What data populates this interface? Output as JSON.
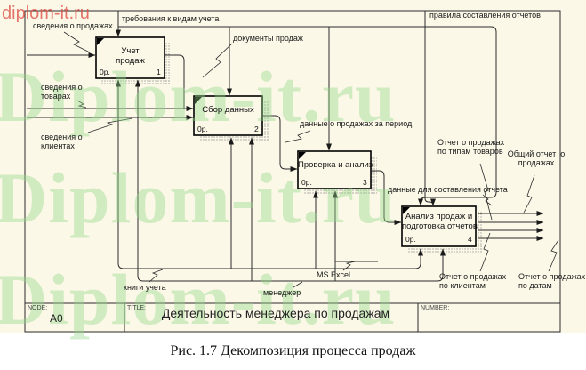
{
  "watermarks": {
    "red": "diplom-it.ru",
    "green": "Diplom-it.ru"
  },
  "boxes": [
    {
      "label": "Учет\nпродаж",
      "cost": "0р.",
      "num": "1"
    },
    {
      "label": "Сбор данных",
      "cost": "0р.",
      "num": "2"
    },
    {
      "label": "Проверка и анализ",
      "cost": "0р.",
      "num": "3"
    },
    {
      "label": "Анализ продаж и\nподготовка отчетов",
      "cost": "0р.",
      "num": "4"
    }
  ],
  "arrow_labels": {
    "svedeniya_prodazhah": "сведения о продажах",
    "trebovaniya": "требования к видам учета",
    "pravila": "правила составления отчетов",
    "dokumenty": "документы продаж",
    "tovarah": "сведения о\nтоварах",
    "klientah": "сведения о\nклиентах",
    "dannye_period": "данные о продажах за период",
    "dannye_sostavleniya": "данные для составления отчета",
    "otchet_tipam": "Отчет о продажах\nпо типам товаров",
    "obshchiy": "Общий отчет  о\nпродажах",
    "otchet_klientam": "Отчет о продажах\nпо клиентам",
    "otchet_datam": "Отчет о продажах\nпо датам",
    "knigi": "книги учета",
    "menedzher": "менеджер",
    "msexcel": "MS Excel"
  },
  "footer": {
    "node_label": "NODE:",
    "node_value": "A0",
    "title_label": "TITLE:",
    "title_value": "Деятельность  менеджера по  продажам",
    "number_label": "NUMBER:"
  },
  "caption": "Рис. 1.7 Декомпозиция процесса продаж",
  "colors": {
    "background": "#fcf8e8",
    "line": "#2a2a2a",
    "watermark_green": "#92d888",
    "watermark_red": "#de5046",
    "shadow_dot": "#8a8a8a"
  }
}
